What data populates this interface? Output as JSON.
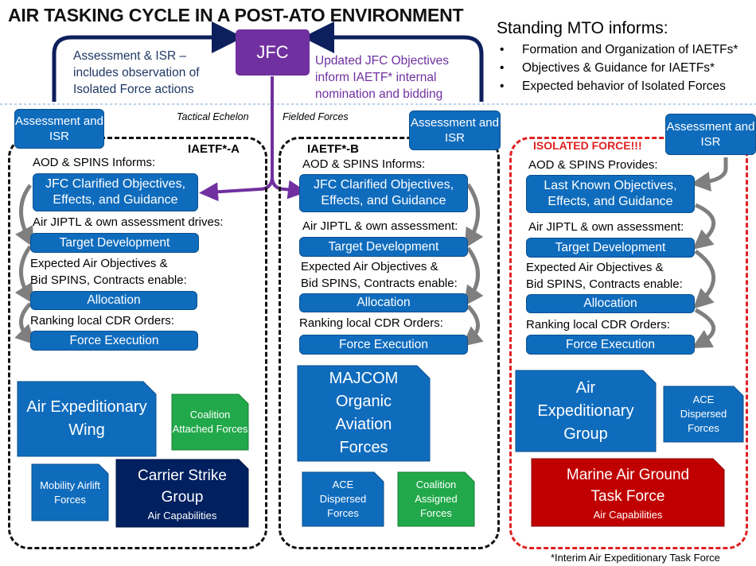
{
  "title": "AIR TASKING CYCLE IN A POST-ATO ENVIRONMENT",
  "jfc": "JFC",
  "top_left_note": [
    "Assessment & ISR –",
    "includes observation of",
    "Isolated Force actions"
  ],
  "top_right_note": [
    "Updated JFC Objectives",
    "inform IAETF* internal",
    "nomination and bidding"
  ],
  "mto": {
    "title": "Standing MTO informs:",
    "items": [
      "Formation and Organization of IAETFs*",
      "Objectives & Guidance for IAETFs*",
      "Expected behavior of Isolated Forces"
    ]
  },
  "echelon_labels": {
    "tactical": "Tactical Echelon",
    "fielded": "Fielded Forces"
  },
  "assessment_isr": "Assessment and ISR",
  "columns": [
    {
      "heading": "IAETF*-A",
      "aod_label": "AOD & SPINS Informs:",
      "objectives_box": "JFC Clarified Objectives, Effects, and Guidance",
      "jiptl_label": "Air JIPTL & own assessment drives:",
      "target_box": "Target Development",
      "expected_label_1": "Expected Air Objectives &",
      "expected_label_2": "Bid SPINS, Contracts enable:",
      "allocation_box": "Allocation",
      "ranking_label": "Ranking local CDR Orders:",
      "execution_box": "Force Execution",
      "forces": {
        "main": "Air Expeditionary Wing",
        "coalition": "Coalition Attached Forces",
        "mobility": "Mobility Airlift Forces",
        "carrier_title": "Carrier Strike Group",
        "carrier_sub": "Air Capabilities"
      }
    },
    {
      "heading": "IAETF*-B",
      "aod_label": "AOD & SPINS Informs:",
      "objectives_box": "JFC Clarified Objectives, Effects, and Guidance",
      "jiptl_label": "Air JIPTL & own assessment:",
      "target_box": "Target Development",
      "expected_label_1": "Expected Air Objectives &",
      "expected_label_2": "Bid SPINS, Contracts enable:",
      "allocation_box": "Allocation",
      "ranking_label": "Ranking local CDR Orders:",
      "execution_box": "Force Execution",
      "forces": {
        "main": "MAJCOM Organic Aviation Forces",
        "ace": "ACE Dispersed Forces",
        "coalition": "Coalition Assigned Forces"
      }
    },
    {
      "heading": "ISOLATED FORCE!!!",
      "aod_label": "AOD & SPINS Provides:",
      "objectives_box": "Last Known Objectives, Effects, and Guidance",
      "jiptl_label": "Air JIPTL & own assessment:",
      "target_box": "Target Development",
      "expected_label_1": "Expected Air Objectives &",
      "expected_label_2": "Bid SPINS, Contracts enable:",
      "allocation_box": "Allocation",
      "ranking_label": "Ranking local CDR Orders:",
      "execution_box": "Force Execution",
      "forces": {
        "main": "Air Expeditionary Group",
        "ace": "ACE Dispersed Forces",
        "magtf_title": "Marine Air Ground Task Force",
        "magtf_sub": "Air Capabilities"
      }
    }
  ],
  "footnote": "*Interim Air Expeditionary Task Force",
  "colors": {
    "blue": "#0f6cbd",
    "purple": "#7030a0",
    "navy": "#002060",
    "green": "#21a84a",
    "red": "#c00000",
    "dark_navy_arrow": "#0d1f5c"
  }
}
